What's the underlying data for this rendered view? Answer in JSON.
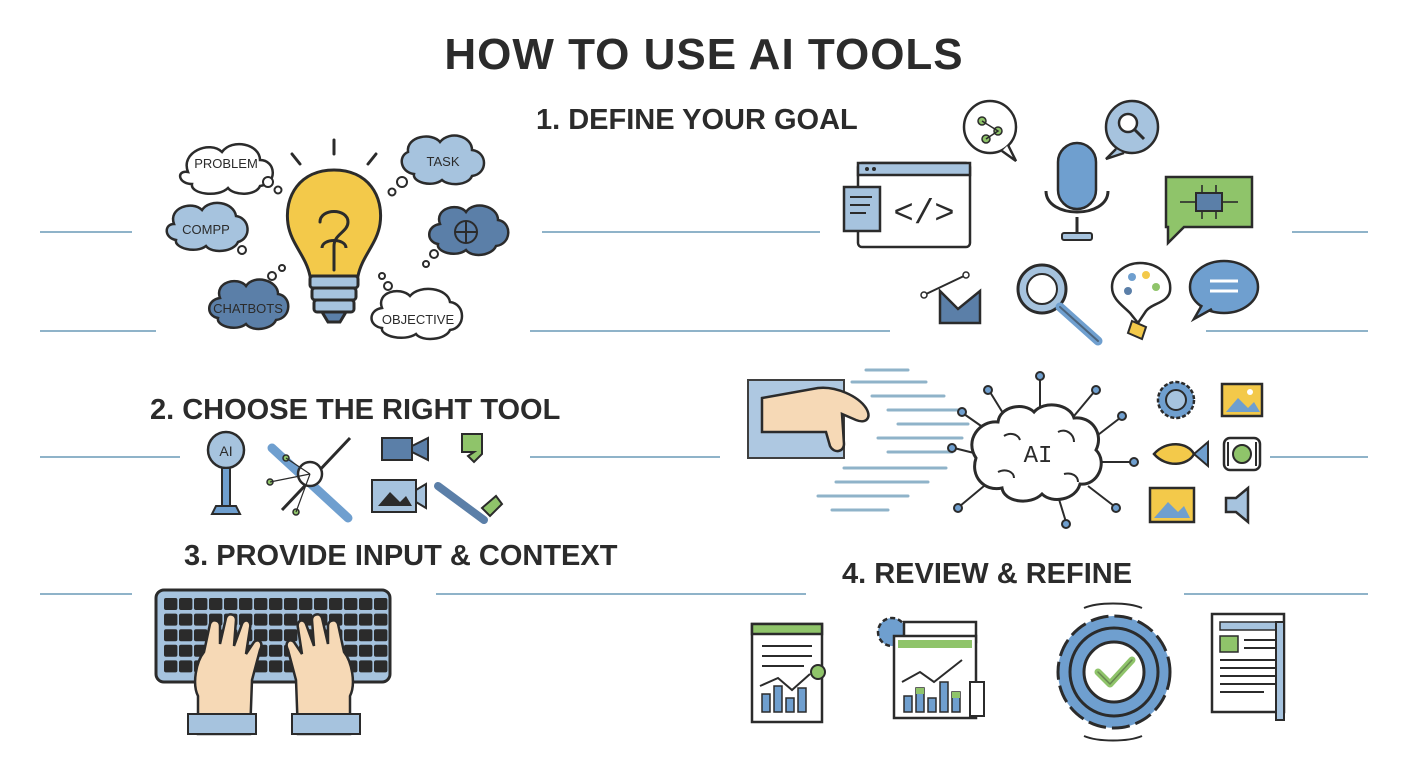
{
  "title": "HOW TO USE AI TOOLS",
  "steps": [
    {
      "label": "1. DEFINE YOUR GOAL"
    },
    {
      "label": "2. CHOOSE THE RIGHT TOOL"
    },
    {
      "label": "3. PROVIDE INPUT & CONTEXT"
    },
    {
      "label": "4. REVIEW & REFINE"
    }
  ],
  "goal_clouds": [
    "PROBLEM",
    "TASK",
    "COMPP",
    "CHATBOTS",
    "OBJECTIVE"
  ],
  "tool_badge": "AI",
  "brain_label": "AI",
  "icons": [
    "code-editor-icon",
    "microphone-icon",
    "chat-network-icon",
    "chat-search-icon",
    "circuit-chat-icon",
    "drawing-icon",
    "magnifier-icon",
    "palette-bulb-icon",
    "speech-bubble-icon",
    "ai-trophy-icon",
    "design-tools-icon",
    "video-camera-icon",
    "phone-icon",
    "photo-video-icon",
    "pen-icon",
    "hand-cursor-icon",
    "ai-brain-icon",
    "badge-icon",
    "image-icon",
    "fish-icon",
    "audio-icon",
    "picture-icon",
    "speaker-icon",
    "keyboard-icon",
    "report-icon",
    "chart-doc-icon",
    "gear-check-icon",
    "document-icon"
  ],
  "colors": {
    "accent_blue": "#6f9fcf",
    "accent_yellow": "#f3c94a",
    "accent_green": "#8fc46a",
    "line": "#8fb3c9",
    "ink": "#2b2b2b"
  }
}
